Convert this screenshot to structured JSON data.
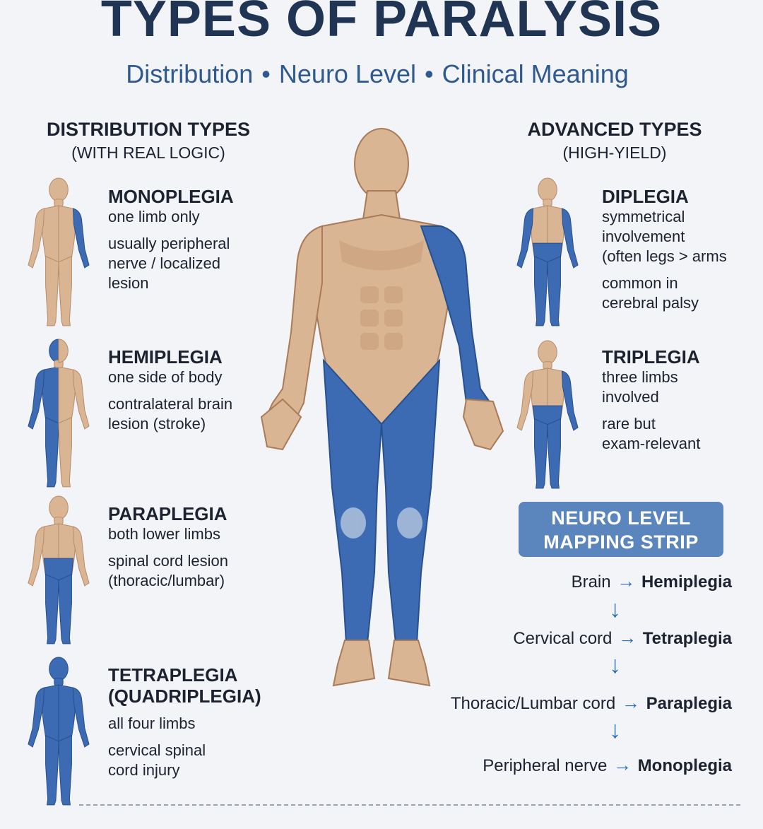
{
  "header": {
    "title": "TYPES OF PARALYSIS",
    "subtitle_parts": [
      "Distribution",
      "Neuro Level",
      "Clinical Meaning"
    ],
    "separator": "•"
  },
  "left_section": {
    "heading": "DISTRIBUTION TYPES",
    "subheading": "(WITH REAL LOGIC)",
    "entries": [
      {
        "title": "MONOPLEGIA",
        "line1": "one limb only",
        "line2": "usually peripheral",
        "line3": "nerve / localized",
        "line4": "lesion"
      },
      {
        "title": "HEMIPLEGIA",
        "line1": "one side of body",
        "line2": "contralateral brain",
        "line3": "lesion (stroke)"
      },
      {
        "title": "PARAPLEGIA",
        "line1": "both lower limbs",
        "line2": "spinal cord lesion",
        "line3": "(thoracic/lumbar)"
      },
      {
        "title": "TETRAPLEGIA",
        "title2": "(QUADRIPLEGIA)",
        "line1": "all four limbs",
        "line2": "cervical spinal",
        "line3": "cord injury"
      }
    ]
  },
  "right_section": {
    "heading": "ADVANCED TYPES",
    "subheading": "(HIGH-YIELD)",
    "entries": [
      {
        "title": "DIPLEGIA",
        "line1": "symmetrical",
        "line2": "involvement",
        "line3": "(often legs > arms",
        "line4": "common in",
        "line5": "cerebral palsy"
      },
      {
        "title": "TRIPLEGIA",
        "line1": "three limbs",
        "line2": "involved",
        "line3": "rare but",
        "line4": "exam-relevant"
      }
    ]
  },
  "neuro_mapping": {
    "badge_line1": "NEURO LEVEL",
    "badge_line2": "MAPPING STRIP",
    "arrow": "→",
    "down_arrow": "↓",
    "rows": [
      {
        "source": "Brain",
        "result": "Hemiplegia"
      },
      {
        "source": "Cervical cord",
        "result": "Tetraplegia"
      },
      {
        "source": "Thoracic/Lumbar cord",
        "result": "Paraplegia"
      },
      {
        "source": "Peripheral nerve",
        "result": "Monoplegia"
      }
    ]
  },
  "colors": {
    "skin": "#d9b594",
    "skin_shade": "#b98d6a",
    "paralyzed": "#3d6bb3",
    "paralyzed_dark": "#27508f",
    "title": "#1f3553",
    "subtitle": "#2f5a8f",
    "badge": "#5b86bd"
  }
}
